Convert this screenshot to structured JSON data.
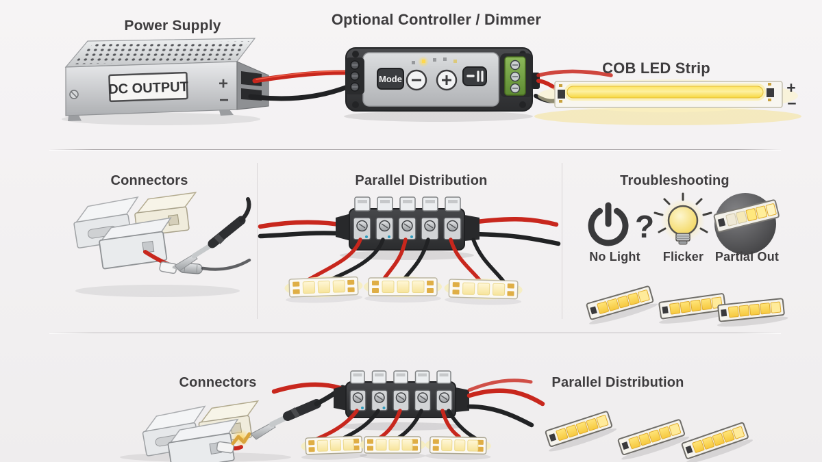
{
  "colors": {
    "background": "#f3f1f2",
    "text": "#3e3c3e",
    "wire_red": "#c8271d",
    "wire_black": "#212224",
    "terminal_green": "#6d9c40",
    "led_glow_yellow": "#ffe45e",
    "strip_body": "#f8f6f0"
  },
  "top_row": {
    "power_supply": {
      "label": "Power Supply",
      "panel_text": "DC OUTPUT",
      "polarity_plus": "+",
      "polarity_minus": "−"
    },
    "controller": {
      "label": "Optional Controller / Dimmer",
      "mode_button": "Mode",
      "icons": [
        "mode-button",
        "brightness-down-button",
        "brightness-up-button",
        "pause-button",
        "led-indicators",
        "green-terminal-block"
      ]
    },
    "cob_strip": {
      "label": "COB LED Strip",
      "polarity_plus": "+",
      "polarity_minus": "−"
    }
  },
  "middle_row": {
    "connectors": {
      "label": "Connectors"
    },
    "parallel_distribution": {
      "label": "Parallel Distribution"
    },
    "troubleshooting": {
      "label": "Troubleshooting",
      "question_mark": "?",
      "items": [
        {
          "icon": "power-icon",
          "label": "No Light"
        },
        {
          "icon": "bulb-icon",
          "label": "Flicker"
        },
        {
          "icon": "partial-strip-icon",
          "label": "Partial Out"
        }
      ]
    }
  },
  "bottom_row": {
    "connectors": {
      "label": "Connectors"
    },
    "parallel_distribution": {
      "label": "Parallel Distribution"
    }
  }
}
